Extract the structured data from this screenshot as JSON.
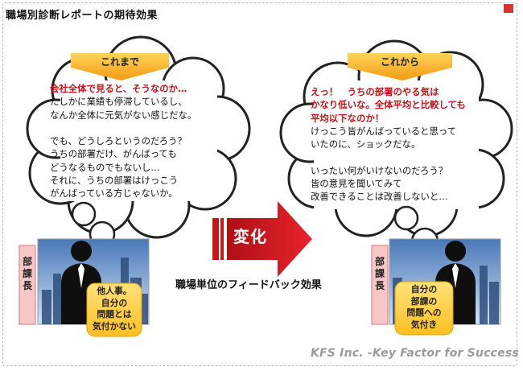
{
  "title": "職場別診断レポートの期待効果",
  "before": {
    "badge": "これまで",
    "headline": "会社全体で見ると、そうなのか…",
    "lines": [
      "たしかに業績も停滞しているし、",
      "なんか全体に元気がない感じだな。",
      "",
      "でも、どうしろというのだろう？",
      "うちの部署だけ、がんばっても",
      "どうなるものでもないし…",
      "それに、うちの部署はけっこう",
      "がんばっている方じゃないか。"
    ],
    "role_label": [
      "部",
      "課",
      "長"
    ],
    "note": [
      "他人事。",
      "自分の",
      "問題とは",
      "気付かない"
    ]
  },
  "after": {
    "badge": "これから",
    "headline_lines": [
      "えっ！　うちの部署のやる気は",
      "かなり低いな。全体平均と比較しても",
      "平均以下なのか！"
    ],
    "lines": [
      "けっこう皆がんばっていると思って",
      "いたのに、ショックだな。",
      "",
      "いったい何がいけないのだろう？",
      "皆の意見を聞いてみて",
      "改善できることは改善しないと…"
    ],
    "role_label": [
      "部",
      "課",
      "長"
    ],
    "note": [
      "自分の",
      "部課の",
      "問題への",
      "気付き"
    ]
  },
  "change_label": "変化",
  "feedback_label": "職場単位のフィードバック効果",
  "footer": "KFS Inc. -Key Factor for Success",
  "colors": {
    "accent_red": "#c8111a",
    "badge_yellow": "#f6a81e",
    "note_yellow": "#ffcc33",
    "label_pink": "#f7c6c6"
  },
  "icons": [
    "thought-cloud-icon",
    "businessman-silhouette-icon",
    "city-skyline-icon",
    "red-arrow-icon"
  ]
}
